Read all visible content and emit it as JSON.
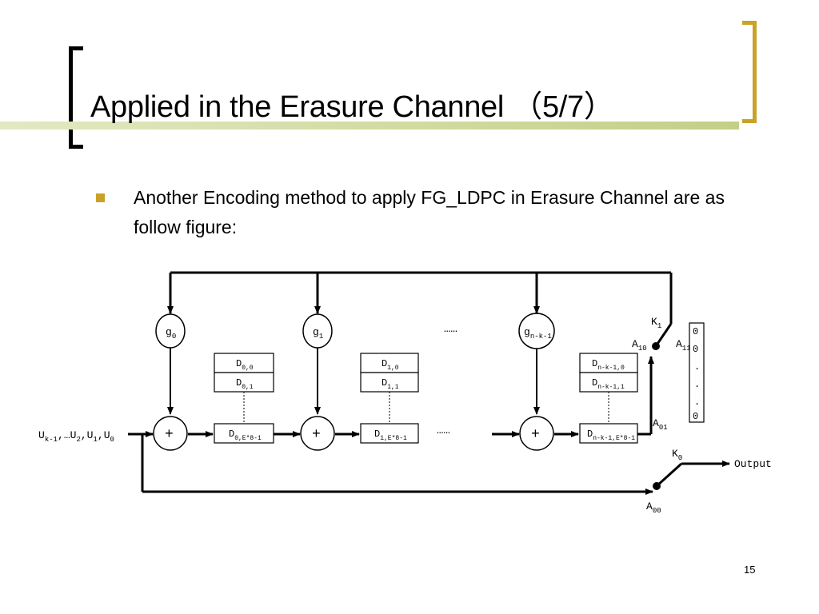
{
  "slide": {
    "title": "Applied in the Erasure Channel （5/7）",
    "bullet": "Another Encoding method to apply FG_LDPC in Erasure Channel are as follow figure:",
    "page_number": "15",
    "accent_color": "#C9A227"
  },
  "diagram": {
    "input": {
      "main": "U",
      "parts": [
        {
          "base": "U",
          "sub": "k-1"
        },
        {
          "sep": ",…"
        },
        {
          "base": "U",
          "sub": "2"
        },
        {
          "sep": ","
        },
        {
          "base": "U",
          "sub": "1"
        },
        {
          "sep": ","
        },
        {
          "base": "U",
          "sub": "0"
        }
      ]
    },
    "g_nodes": [
      {
        "base": "g",
        "sub": "0"
      },
      {
        "base": "g",
        "sub": "1"
      },
      {
        "base": "g",
        "sub": "n-k-1"
      }
    ],
    "adder_symbol": "+",
    "ellipsis": "……",
    "registers": [
      [
        {
          "base": "D",
          "sub": "0,0"
        },
        {
          "base": "D",
          "sub": "0,1"
        },
        {
          "base": "D",
          "sub": "0,E*8-1"
        }
      ],
      [
        {
          "base": "D",
          "sub": "1,0"
        },
        {
          "base": "D",
          "sub": "1,1"
        },
        {
          "base": "D",
          "sub": "1,E*8-1"
        }
      ],
      [
        {
          "base": "D",
          "sub": "n-k-1,0"
        },
        {
          "base": "D",
          "sub": "n-k-1,1"
        },
        {
          "base": "D",
          "sub": "n-k-1,E*8-1"
        }
      ]
    ],
    "switch_k1": {
      "base": "K",
      "sub": "1"
    },
    "switch_k0": {
      "base": "K",
      "sub": "0"
    },
    "a10": {
      "base": "A",
      "sub": "10"
    },
    "a11": {
      "base": "A",
      "sub": "11"
    },
    "a01": {
      "base": "A",
      "sub": "01"
    },
    "a00": {
      "base": "A",
      "sub": "00"
    },
    "zero_column": [
      "0",
      "0",
      ".",
      ".",
      ".",
      "0"
    ],
    "output_label": "Output"
  }
}
